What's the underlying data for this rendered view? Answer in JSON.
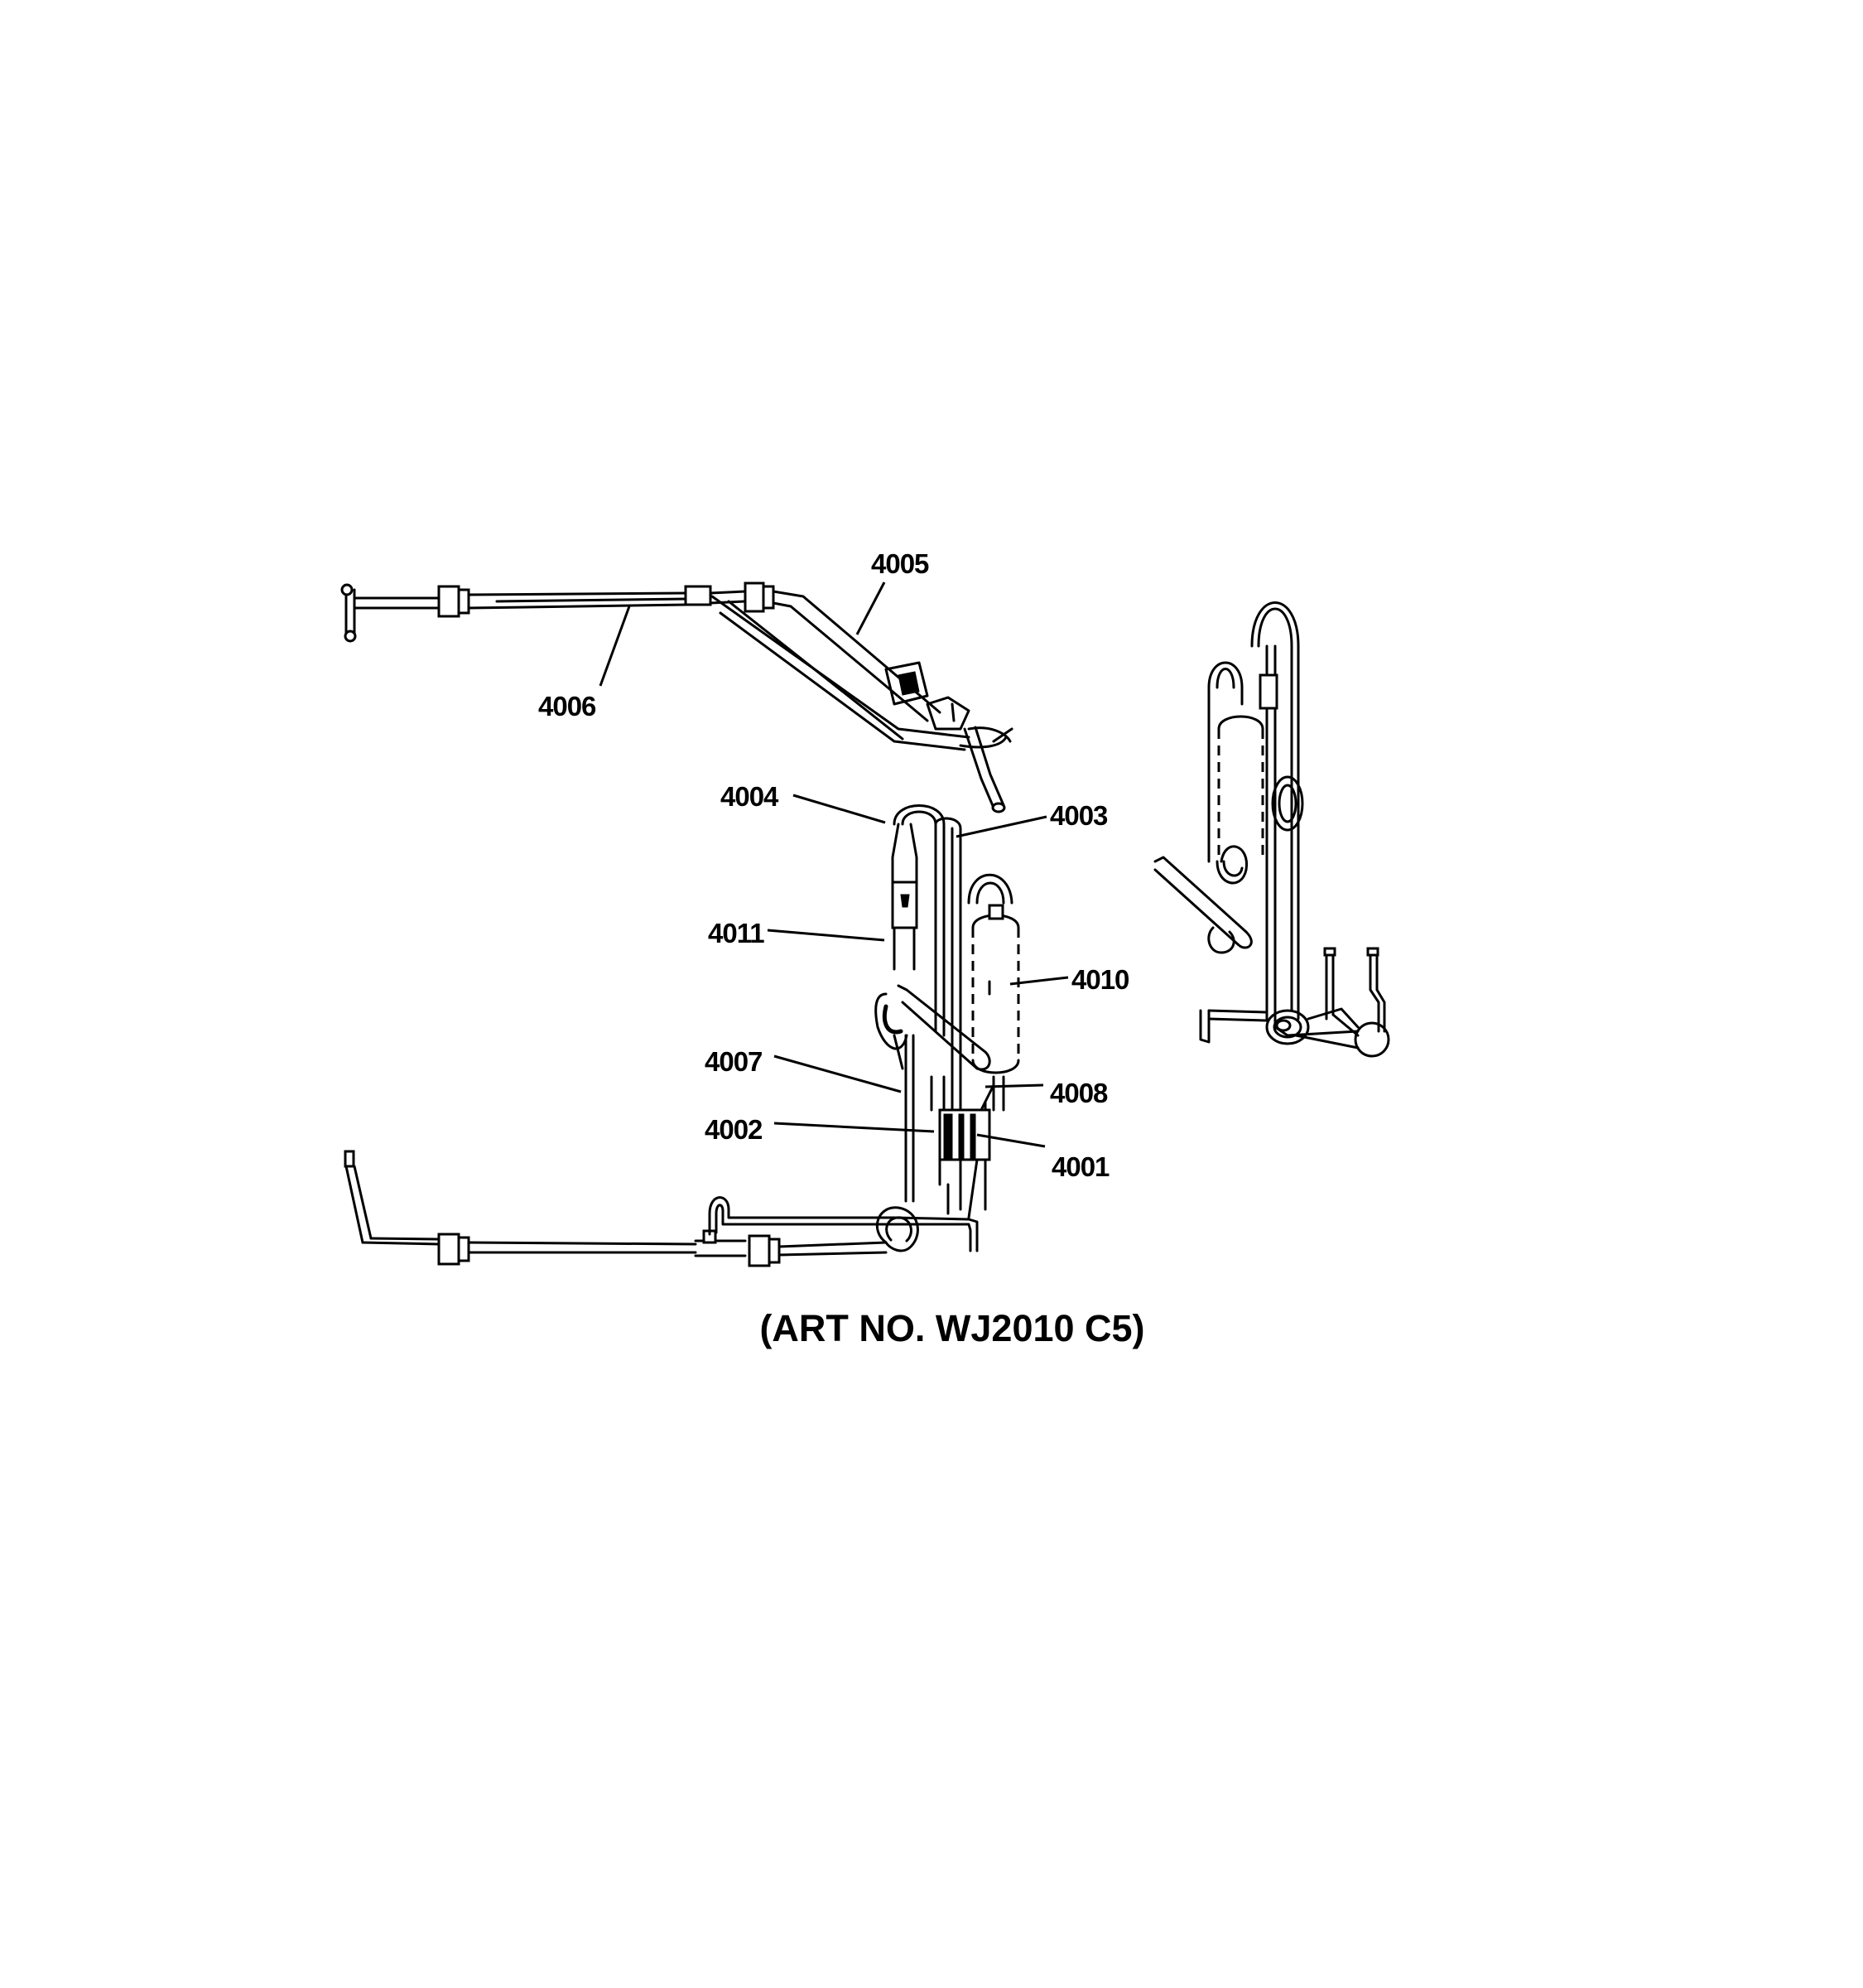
{
  "labels": {
    "p4005": "4005",
    "p4006": "4006",
    "p4004": "4004",
    "p4003": "4003",
    "p4011": "4011",
    "p4010": "4010",
    "p4007": "4007",
    "p4008": "4008",
    "p4002": "4002",
    "p4001": "4001"
  },
  "art_number": "(ART NO. WJ2010 C5)"
}
